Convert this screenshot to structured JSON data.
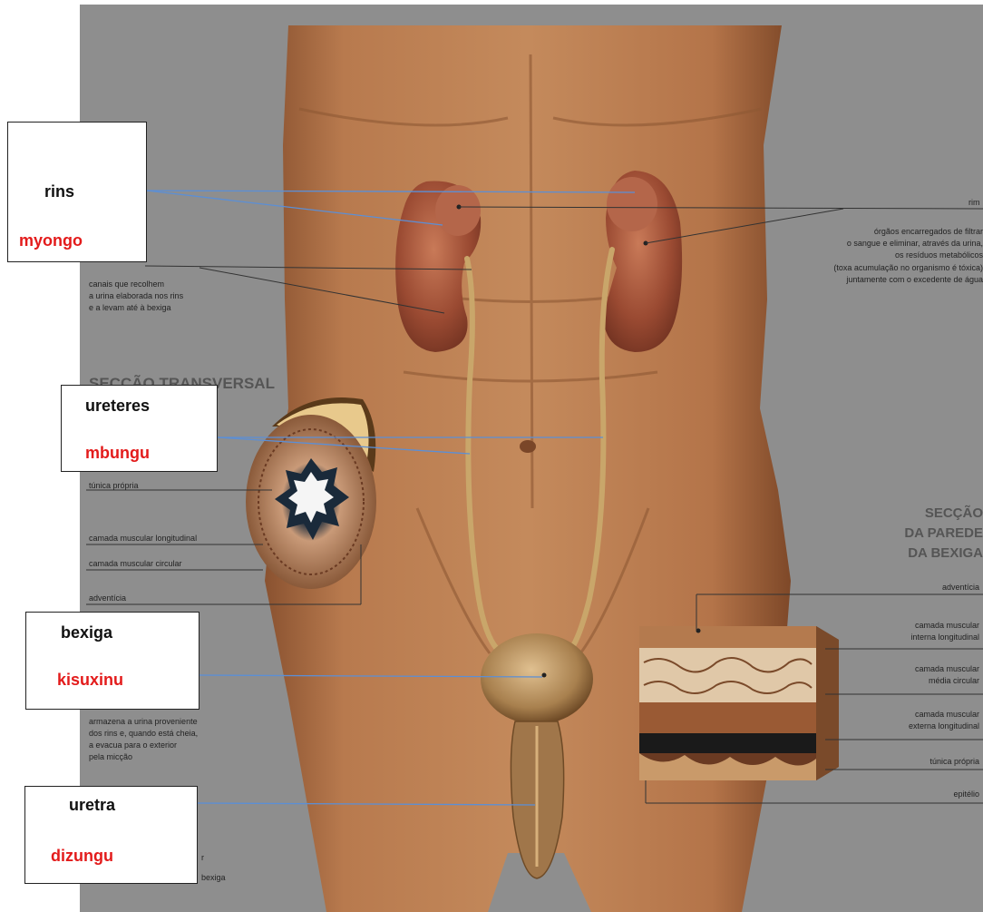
{
  "labels": {
    "rins": {
      "term": "rins",
      "translation": "myongo"
    },
    "ureteres": {
      "term": "ureteres",
      "translation": "mbungu"
    },
    "bexiga": {
      "term": "bexiga",
      "translation": "kisuxinu"
    },
    "uretra": {
      "term": "uretra",
      "translation": "dizungu"
    }
  },
  "diagram_text": {
    "rim": "rim",
    "rim_desc": [
      "órgãos encarregados de filtrar",
      "o sangue e eliminar, através da urina,",
      "os resíduos metabólicos",
      "(toxa acumulação no organismo é tóxica)",
      "juntamente com o excedente de água"
    ],
    "ureter_desc": [
      "canais que recolhem",
      "a urina elaborada nos rins",
      "e a levam até à bexiga"
    ],
    "cross_section_title": "SECÇÃO TRANSVERSAL",
    "cross_layers": [
      "túnica própria",
      "camada muscular longitudinal",
      "camada muscular circular",
      "adventícia"
    ],
    "wall_title": [
      "SECÇÃO",
      "DA PAREDE",
      "DA BEXIGA"
    ],
    "wall_layers": [
      "adventícia",
      "camada muscular",
      "interna longitudinal",
      "camada muscular",
      "média circular",
      "camada muscular",
      "externa longitudinal",
      "túnica própria",
      "epitélio"
    ],
    "bladder_desc": [
      "armazena a urina proveniente",
      "dos rins e, quando está cheia,",
      "a evacua para o exterior",
      "pela micção"
    ],
    "urethra_desc": [
      "r",
      "bexiga"
    ]
  },
  "colors": {
    "skin": "#b87a4e",
    "kidney": "#9a4a32",
    "background": "#8e8e8e",
    "leader_line": "#5b8fd6",
    "translation_text": "#e31b1b"
  }
}
